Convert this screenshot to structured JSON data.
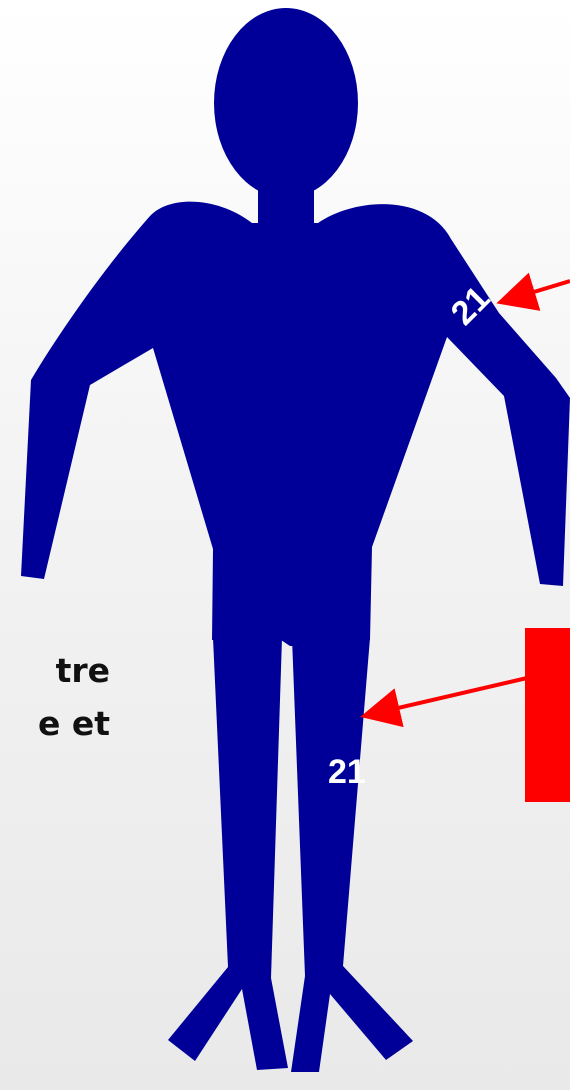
{
  "labels": {
    "side_text_line_1": "tre",
    "side_text_line_2": "e et",
    "arm_number": "21",
    "leg_number": "21"
  },
  "colors": {
    "figure": "#000099",
    "arrow": "#ff0000",
    "box": "#ff0000",
    "text": "#111111",
    "number": "#ffffff"
  }
}
